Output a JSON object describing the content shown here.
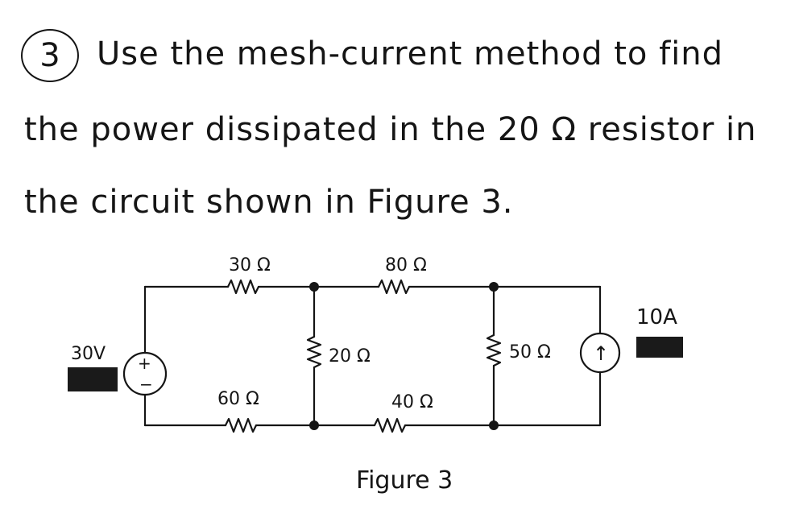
{
  "problem": {
    "number": "3",
    "line1": "Use the mesh-current method to find",
    "line2": "the power dissipated in the 20 Ω resistor in",
    "line3": "the circuit shown in Figure 3."
  },
  "circuit": {
    "r_top_left": "30 Ω",
    "r_top_right": "80 Ω",
    "r_mid_left": "20 Ω",
    "r_mid_right": "50 Ω",
    "r_bot_left": "60 Ω",
    "r_bot_right": "40 Ω",
    "voltage_source": "30V",
    "current_source": "10A",
    "source_plus": "+",
    "source_minus": "−",
    "arrow": "↑"
  },
  "caption": "Figure 3"
}
